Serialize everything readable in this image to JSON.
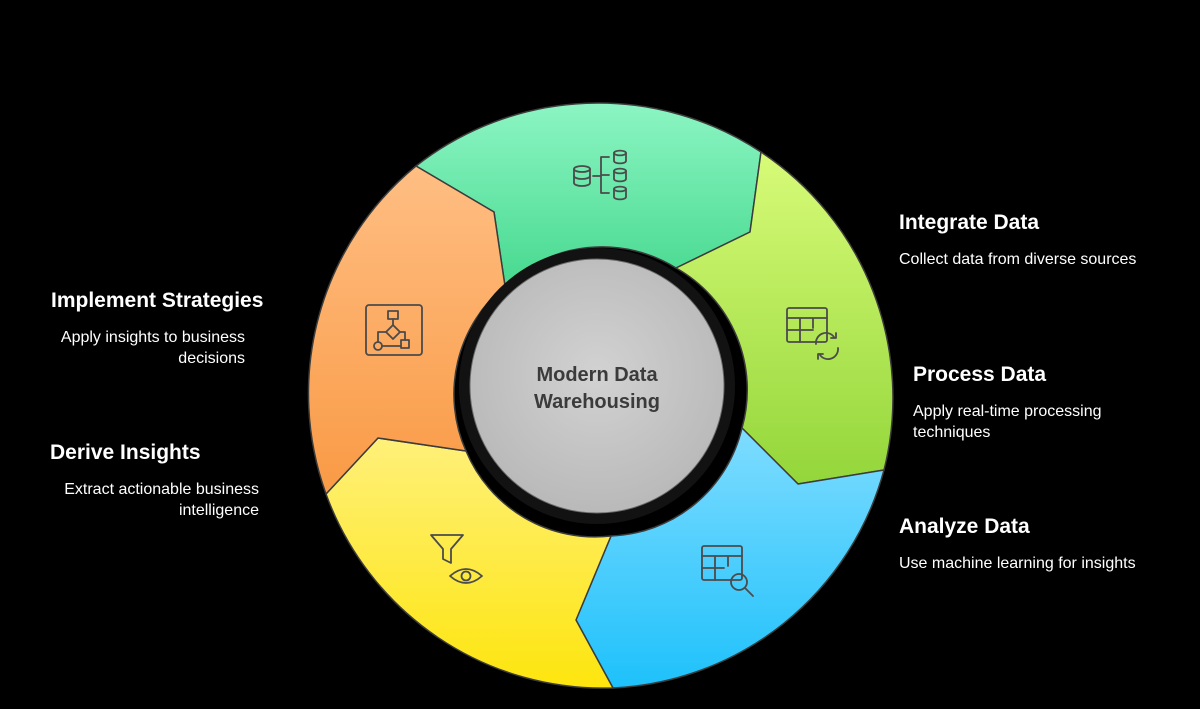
{
  "center": {
    "line1": "Modern Data",
    "line2": "Warehousing"
  },
  "steps": [
    {
      "id": "integrate",
      "title": "Integrate Data",
      "description": "Collect data from diverse sources",
      "color_top": "#8cf5c3",
      "color_bottom": "#47d98f",
      "icon": "database-hierarchy-icon"
    },
    {
      "id": "process",
      "title": "Process Data",
      "description": "Apply real-time processing techniques",
      "color_top": "#d8fb78",
      "color_bottom": "#93d63a",
      "icon": "table-refresh-icon"
    },
    {
      "id": "analyze",
      "title": "Analyze Data",
      "description": "Use machine learning for insights",
      "color_top": "#7fdcff",
      "color_bottom": "#1ec1fb",
      "icon": "table-search-icon"
    },
    {
      "id": "insights",
      "title": "Derive Insights",
      "description": "Extract actionable business intelligence",
      "color_top": "#fff07a",
      "color_bottom": "#fde50d",
      "icon": "filter-eye-icon"
    },
    {
      "id": "strategies",
      "title": "Implement Strategies",
      "description": "Apply insights to business decisions",
      "color_top": "#ffbe83",
      "color_bottom": "#f99a45",
      "icon": "flowchart-icon"
    }
  ],
  "colors": {
    "background": "#000000",
    "hub_fill": "#c6c6c6",
    "hub_ring": "#121212",
    "outline": "#3c3c3c"
  }
}
